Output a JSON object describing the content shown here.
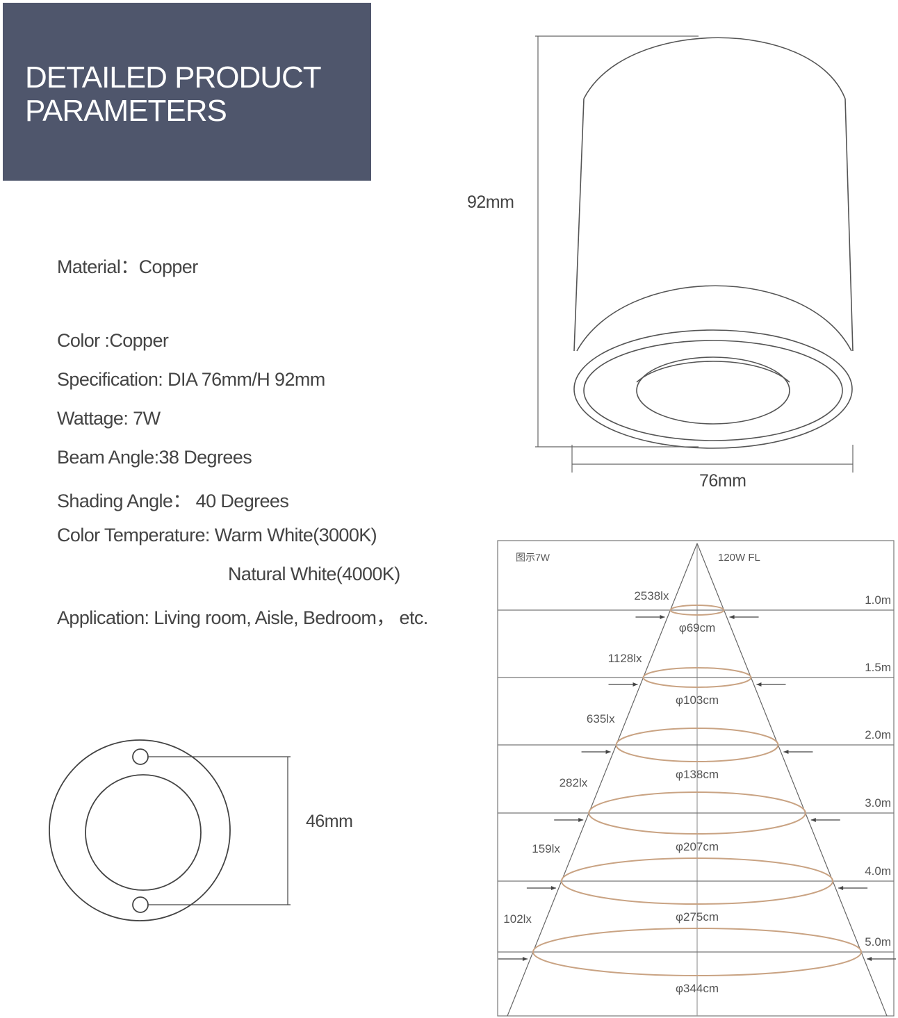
{
  "header": {
    "title_line1": "DETAILED PRODUCT",
    "title_line2": "PARAMETERS"
  },
  "specs": {
    "material": "Material：Copper",
    "color": "Color :Copper",
    "specification": "Specification: DIA 76mm/H 92mm",
    "wattage": "Wattage: 7W",
    "beam_angle": "Beam Angle:38 Degrees",
    "shading_angle": "Shading Angle：  40 Degrees",
    "color_temp": "Color Temperature: Warm White(3000K)",
    "color_temp_2": "Natural White(4000K)",
    "application": "Application: Living room, Aisle, Bedroom，  etc."
  },
  "dimensions": {
    "height": "92mm",
    "width": "76mm",
    "hole": "46mm"
  },
  "beam_chart": {
    "left_label": "图示7W",
    "right_label": "120W  FL",
    "rows": [
      {
        "distance": "1.0m",
        "lux": "2538lx",
        "diameter": "φ69cm"
      },
      {
        "distance": "1.5m",
        "lux": "1128lx",
        "diameter": "φ103cm"
      },
      {
        "distance": "2.0m",
        "lux": "635lx",
        "diameter": "φ138cm"
      },
      {
        "distance": "3.0m",
        "lux": "282lx",
        "diameter": "φ207cm"
      },
      {
        "distance": "4.0m",
        "lux": "159lx",
        "diameter": "φ275cm"
      },
      {
        "distance": "5.0m",
        "lux": "102lx",
        "diameter": "φ344cm"
      }
    ]
  },
  "colors": {
    "header_bg": "#4f566c",
    "beam_ellipse": "#c9a383",
    "line": "#555555"
  }
}
